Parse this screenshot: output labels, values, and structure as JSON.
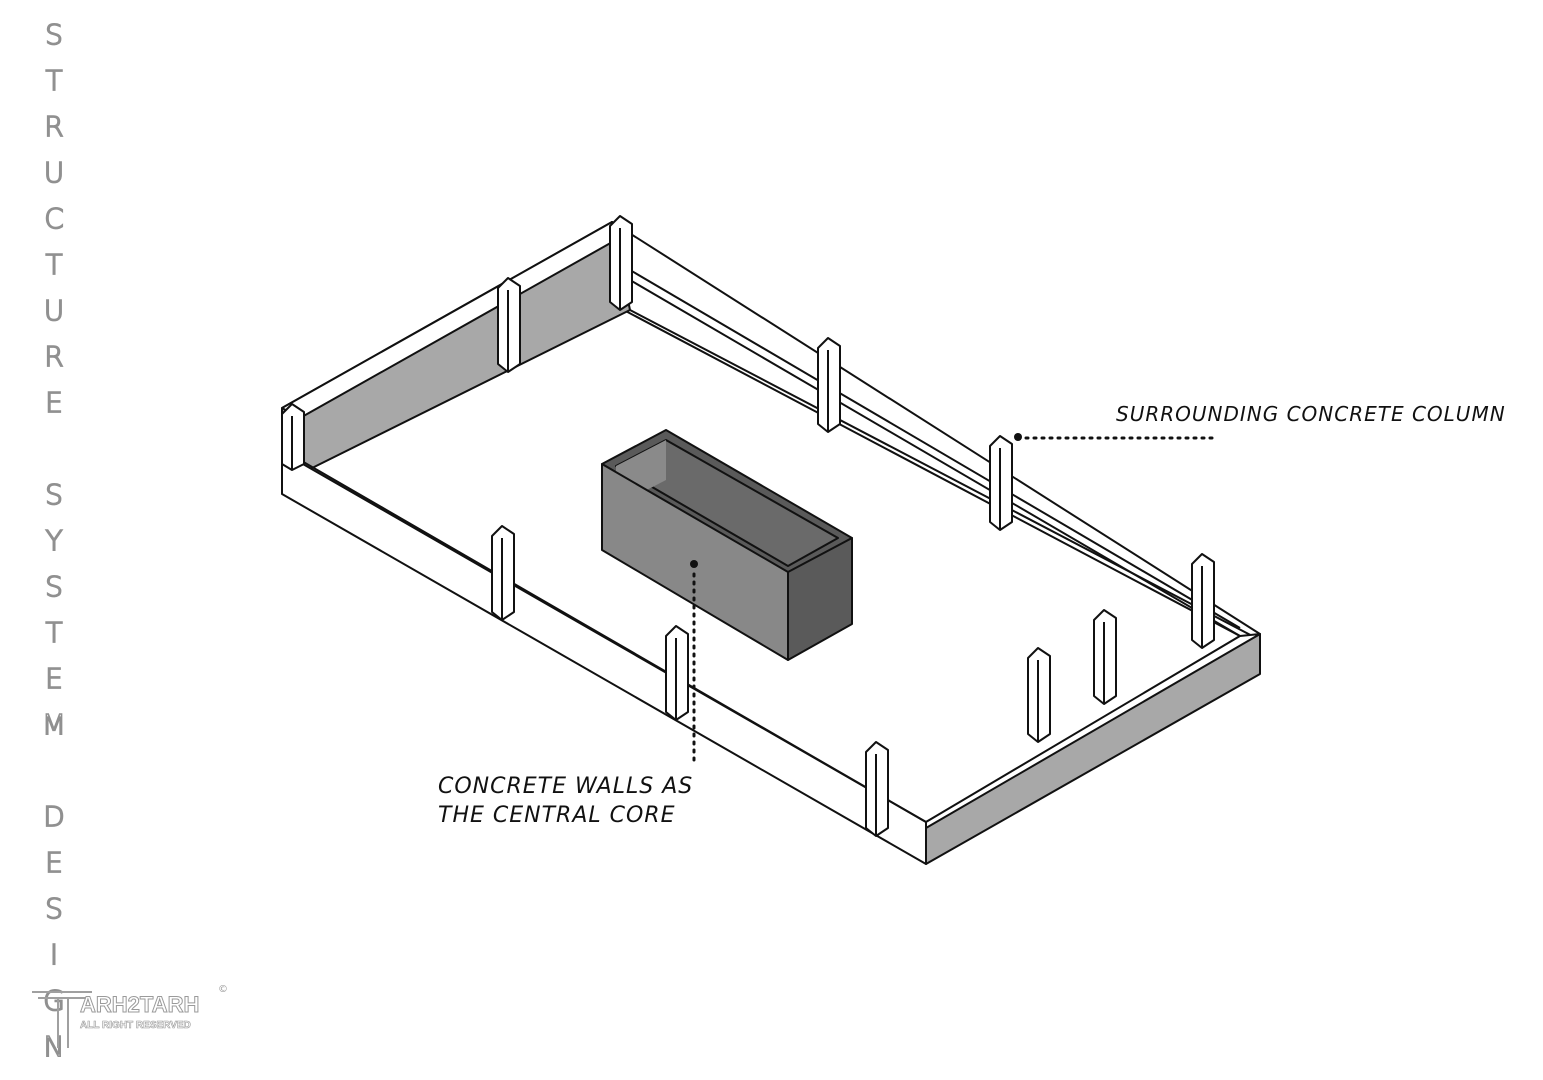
{
  "vertical_title": {
    "words": [
      "STRUCTURE",
      "SYSTEM",
      "DESIGN"
    ]
  },
  "labels": {
    "columns": "SURROUNDING CONCRETE  COLUMN",
    "core_line1": "CONCRETE WALLS AS",
    "core_line2": "THE CENTRAL CORE"
  },
  "logo": {
    "text": "ARH2TARH",
    "subtext": "ALL RIGHT RESERVED",
    "copyright": "©"
  },
  "colors": {
    "wall_shade": "#a8a8a8",
    "core_front": "#888888",
    "core_side": "#5a5a5a",
    "core_inner": "#6a6a6a",
    "outline": "#111111",
    "title_outline": "#909090"
  }
}
